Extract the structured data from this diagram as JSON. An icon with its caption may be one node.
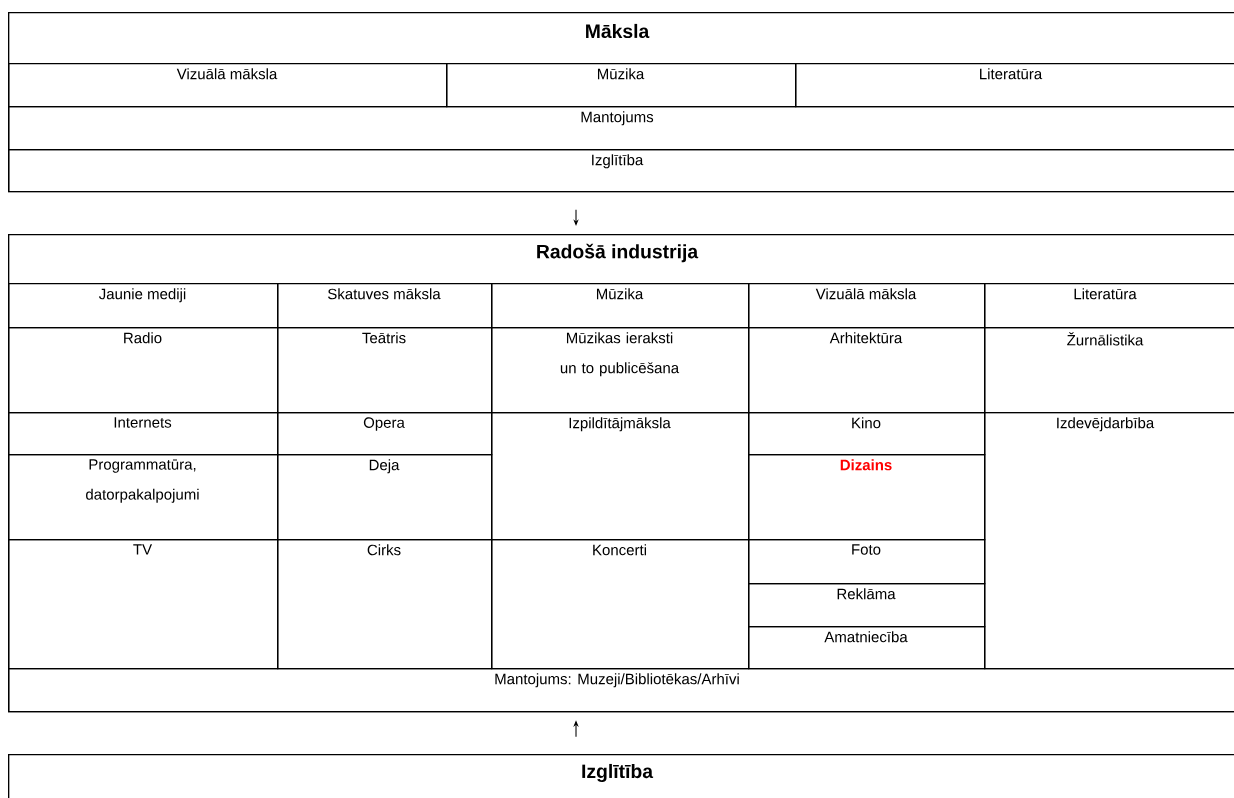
{
  "diagram": {
    "nodes": [
      {
        "text": [
          "Māksla"
        ]
      },
      {
        "text": [
          "Vizuālā māksla"
        ],
        "in": 0
      },
      {
        "text": [
          "Mūzika"
        ],
        "in": 0
      },
      {
        "text": [
          "Literatūra"
        ],
        "in": 0
      },
      {
        "text": [
          "Mantojums"
        ],
        "in": 0
      },
      {
        "text": [
          "Izglītība"
        ],
        "in": 0
      },
      {
        "text": [
          "Radošā industrija"
        ]
      },
      {
        "text": [
          "Jaunie mediji"
        ],
        "in": 6
      },
      {
        "text": [
          "Skatuves māksla"
        ],
        "in": 6
      },
      {
        "text": [
          "Mūzika"
        ],
        "in": 6
      },
      {
        "text": [
          "Vizuālā māksla"
        ],
        "in": 6
      },
      {
        "text": [
          "Literatūra"
        ],
        "in": 6
      },
      {
        "text": [
          "Radio"
        ],
        "in": 6
      },
      {
        "text": [
          "Teātris"
        ],
        "in": 6
      },
      {
        "text": [
          "Mūzikas ieraksti un to publicēšana"
        ],
        "in": 6
      },
      {
        "text": [
          "Arhitektūra"
        ],
        "in": 6
      },
      {
        "text": [
          "Žurnālistika"
        ],
        "in": 6
      },
      {
        "text": [
          "Internets"
        ],
        "in": 6
      },
      {
        "text": [
          "Opera"
        ],
        "in": 6
      },
      {
        "text": [
          "Izpildītājmāksla"
        ],
        "in": 6
      },
      {
        "text": [
          "Kino"
        ],
        "in": 6
      },
      {
        "text": [
          "Izdevējdarbība"
        ],
        "in": 6
      },
      {
        "text": [
          "Programmatūra, datorpakalpojumi"
        ],
        "in": 6
      },
      {
        "text": [
          "Deja"
        ],
        "in": 6
      },
      {
        "text": [
          "Dizains"
        ],
        "in": 6
      },
      {
        "text": [
          "TV"
        ],
        "in": 6
      },
      {
        "text": [
          "Cirks"
        ],
        "in": 6
      },
      {
        "text": [
          "Koncerti"
        ],
        "in": 6
      },
      {
        "text": [
          "Foto"
        ],
        "in": 6
      },
      {
        "text": [
          "Reklāma"
        ],
        "in": 6
      },
      {
        "text": [
          "Amatniecība"
        ],
        "in": 6
      },
      {
        "text": [
          "Mantojums: Muzeji/Bibliotēkas/Arhīvi"
        ],
        "in": 6
      },
      {
        "text": [
          "Izglītība"
        ]
      }
    ],
    "edges": [
      {
        "from": 0,
        "to": 6,
        "arrow": "to"
      },
      {
        "from": 32,
        "to": 6,
        "arrow": "to"
      }
    ]
  }
}
